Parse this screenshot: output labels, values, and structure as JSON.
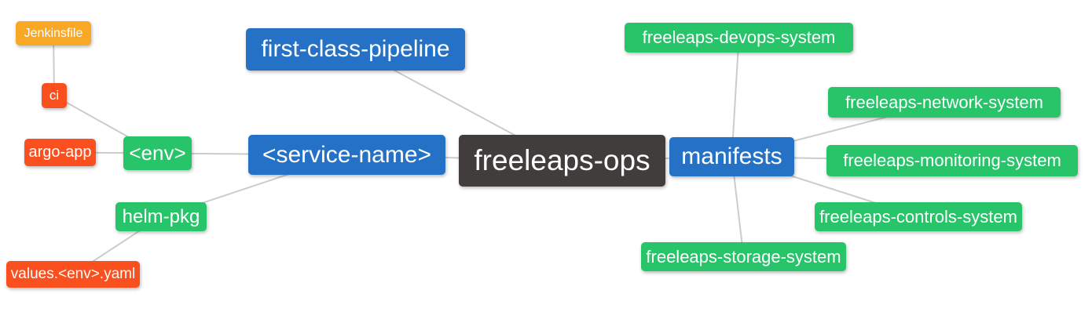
{
  "colors": {
    "canvas_bg": "#ffffff",
    "root": "#423d3d",
    "branch": "#2471c6",
    "green": "#27c46a",
    "red": "#fa4f1e",
    "amber": "#f9a825",
    "edge": "#cccccc",
    "node_text": "#ffffff"
  },
  "hierarchy": {
    "label": "freeleaps-ops",
    "children_left": [
      {
        "label": "first-class-pipeline"
      },
      {
        "label": "<service-name>",
        "children": [
          {
            "label": "<env>",
            "children": [
              {
                "label": "ci",
                "children": [
                  {
                    "label": "Jenkinsfile"
                  }
                ]
              },
              {
                "label": "argo-app"
              }
            ]
          },
          {
            "label": "helm-pkg",
            "children": [
              {
                "label": "values.<env>.yaml"
              }
            ]
          }
        ]
      }
    ],
    "children_right": [
      {
        "label": "manifests",
        "children": [
          {
            "label": "freeleaps-devops-system"
          },
          {
            "label": "freeleaps-network-system"
          },
          {
            "label": "freeleaps-monitoring-system"
          },
          {
            "label": "freeleaps-controls-system"
          },
          {
            "label": "freeleaps-storage-system"
          }
        ]
      }
    ]
  }
}
